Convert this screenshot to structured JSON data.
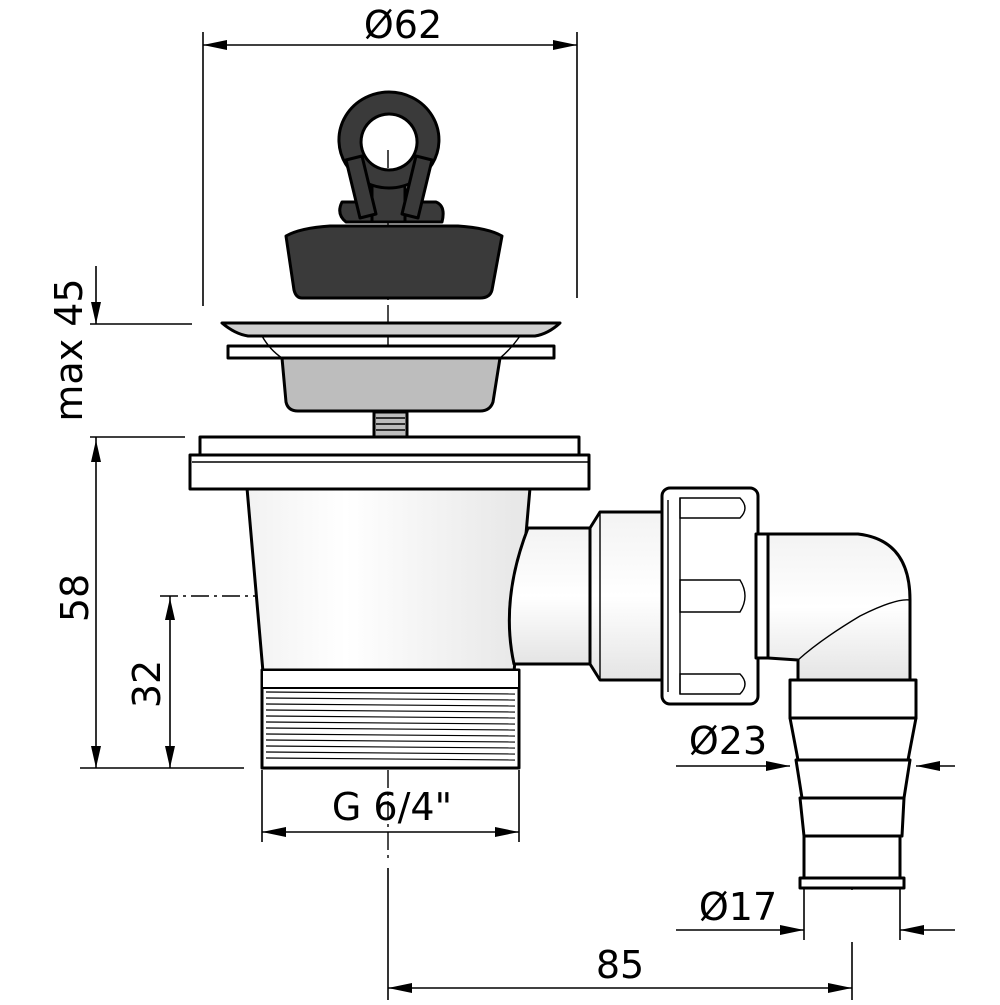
{
  "drawing": {
    "dimensions": {
      "top_diameter": "Ø62",
      "overflow_height": "max 45",
      "body_height": "58",
      "outlet_axis_height": "32",
      "thread": "G 6/4\"",
      "outlet_diameter": "Ø23",
      "hose_diameter": "Ø17",
      "outlet_offset": "85"
    },
    "colors": {
      "stopper": "#3a3a3a",
      "strainer_basket": "#bdbdbd",
      "body": "#ffffff",
      "line": "#000000"
    }
  }
}
